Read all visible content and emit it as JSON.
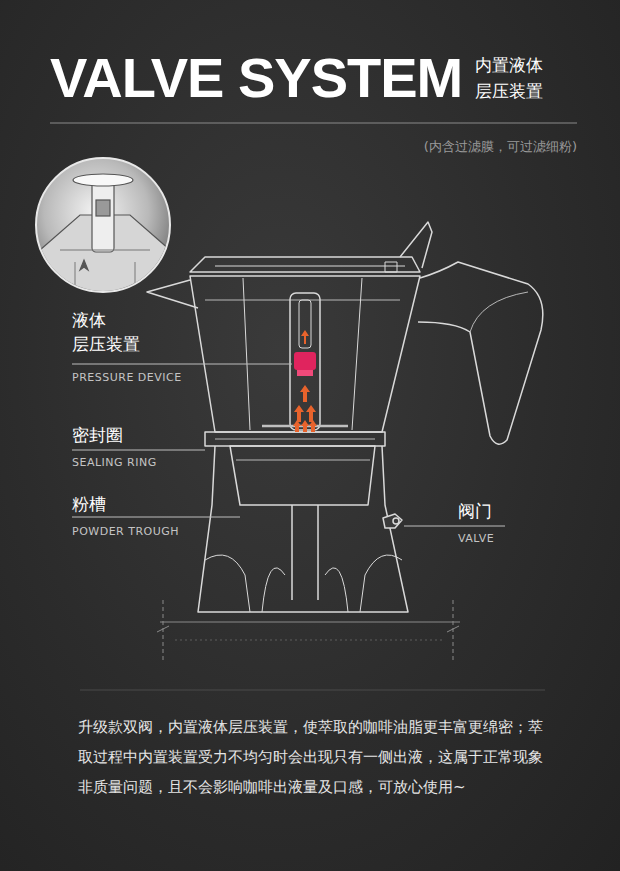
{
  "diagram": {
    "title": "VALVE SYSTEM",
    "caption": "升级款双阀，内置液体层压装置，使萃取的咖啡油脂更丰富更绵密；萃取过程中内置装置受力不均匀时会出现只有一侧出液，这属于正常现象非质量问题，且不会影响咖啡出液量及口感，可放心使用~",
    "labels": [
      "内置液体 层压装置",
      "(内含过滤膜，可过滤细粉)",
      "液体 层压装置",
      "PRESSURE DEVICE",
      "密封圈",
      "SEALING RING",
      "粉槽",
      "POWDER TROUGH",
      "阀门",
      "VALVE"
    ]
  }
}
